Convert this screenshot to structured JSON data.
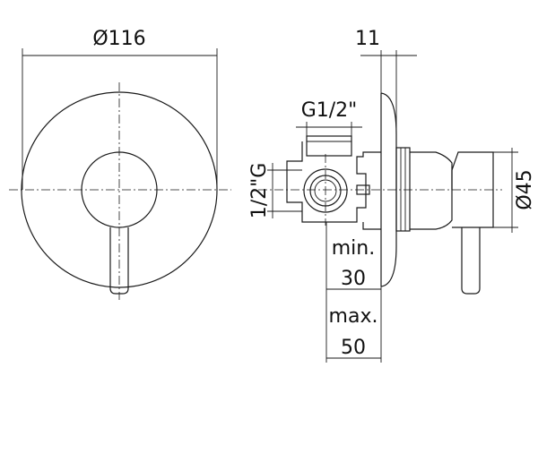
{
  "dimensions": {
    "diameter_plate": "Ø116",
    "plate_thickness": "11",
    "thread_top": "G1/2\"",
    "thread_side": "1/2\"G",
    "diameter_handle": "Ø45",
    "min_label": "min.",
    "min_value": "30",
    "max_label": "max.",
    "max_value": "50"
  }
}
